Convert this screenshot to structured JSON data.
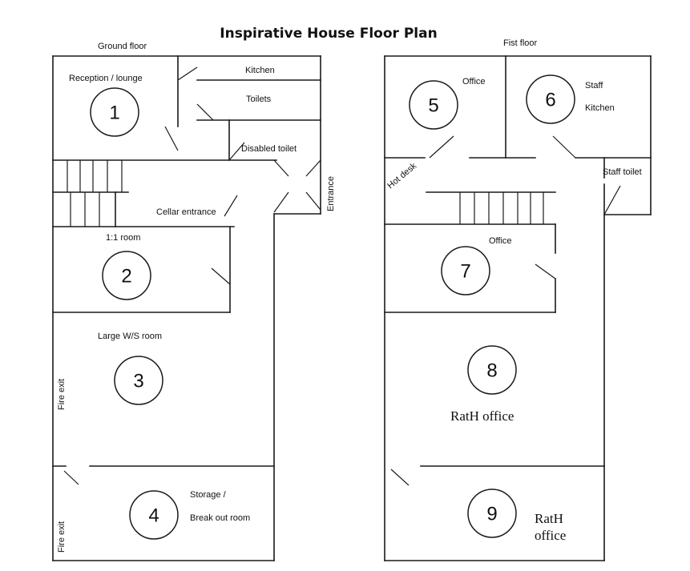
{
  "title": "Inspirative House Floor Plan",
  "ground_floor": {
    "heading": "Ground floor",
    "labels": {
      "reception": "Reception / lounge",
      "kitchen": "Kitchen",
      "toilets": "Toilets",
      "disabled_toilet": "Disabled toilet",
      "cellar": "Cellar entrance",
      "entrance": "Entrance",
      "one_to_one": "1:1 room",
      "large_ws": "Large W/S room",
      "fire_exit_1": "Fire exit",
      "storage_1": "Storage /",
      "storage_2": "Break out room",
      "fire_exit_2": "Fire exit"
    },
    "rooms": [
      "1",
      "2",
      "3",
      "4"
    ]
  },
  "first_floor": {
    "heading": "Fist floor",
    "labels": {
      "office_5": "Office",
      "staff": "Staff",
      "kitchen": "Kitchen",
      "hot_desk": "Hot desk",
      "staff_toilet": "Staff toilet",
      "office_7": "Office",
      "rath_8": "RatH office",
      "rath_9a": "RatH",
      "rath_9b": "office"
    },
    "rooms": [
      "5",
      "6",
      "7",
      "8",
      "9"
    ]
  }
}
